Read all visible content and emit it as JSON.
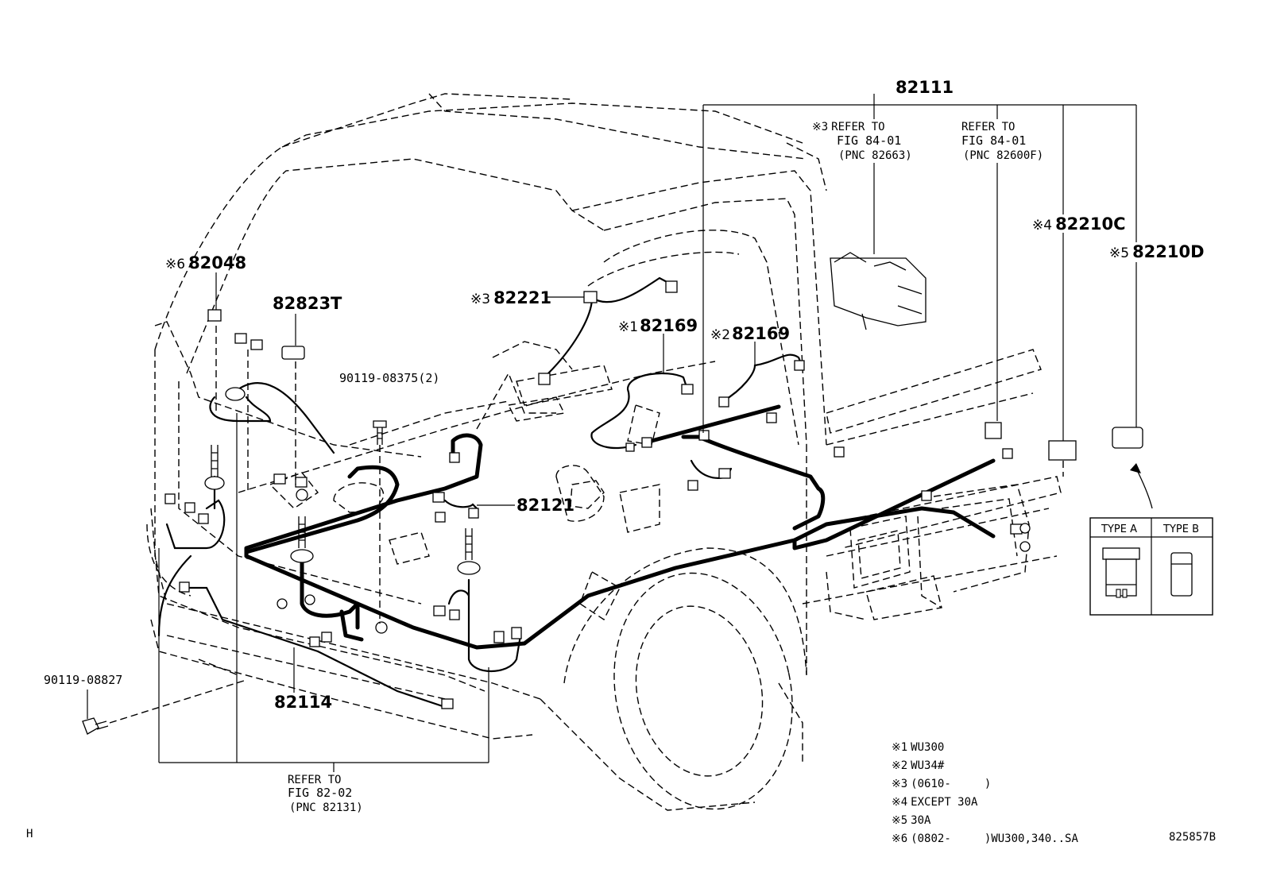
{
  "parts": {
    "p82111": "82111",
    "p82210c": "82210C",
    "p82210c_mark": "※4",
    "p82210d": "82210D",
    "p82210d_mark": "※5",
    "p82048": "82048",
    "p82048_mark": "※6",
    "p82823t": "82823T",
    "p82221": "82221",
    "p82221_mark": "※3",
    "p82169a": "82169",
    "p82169a_mark": "※1",
    "p82169b": "82169",
    "p82169b_mark": "※2",
    "p90119_08375": "90119-08375(2)",
    "p82121": "82121",
    "p90119_08827": "90119-08827",
    "p82114": "82114"
  },
  "refs": {
    "ref1": {
      "mark": "※3",
      "line1": "REFER TO",
      "line2": "FIG 84-01",
      "line3": "(PNC 82663)"
    },
    "ref2": {
      "line1": "REFER TO",
      "line2": "FIG 84-01",
      "line3": "(PNC 82600F)"
    },
    "ref3": {
      "line1": "REFER TO",
      "line2": "FIG 82-02",
      "line3": "(PNC 82131)"
    }
  },
  "type_table": {
    "type_a": "TYPE A",
    "type_b": "TYPE B"
  },
  "notes": [
    {
      "mark": "※1",
      "text": "WU300"
    },
    {
      "mark": "※2",
      "text": "WU34#"
    },
    {
      "mark": "※3",
      "text": "(0610-     )"
    },
    {
      "mark": "※4",
      "text": "EXCEPT 30A"
    },
    {
      "mark": "※5",
      "text": "30A"
    },
    {
      "mark": "※6",
      "text": "(0802-     )WU300,340..SA"
    }
  ],
  "corner_left": "H",
  "figure_id": "825857B"
}
